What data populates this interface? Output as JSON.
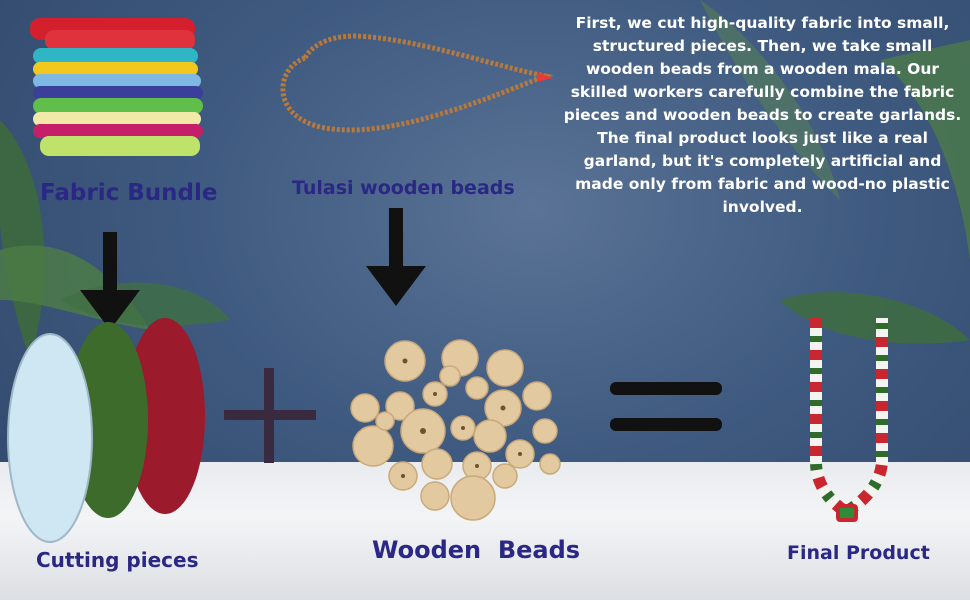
{
  "labels": {
    "fabric_bundle": "Fabric Bundle",
    "tulasi_beads": "Tulasi wooden beads",
    "cutting_pieces": "Cutting pieces",
    "wooden_beads": "Wooden  Beads",
    "final_product": "Final Product"
  },
  "description": "First, we cut high-quality fabric into small, structured pieces. Then, we take small wooden beads from a wooden mala. Our skilled workers carefully combine the fabric pieces and wooden beads to create garlands. The final product looks just like a real garland, but it's completely artificial and made only from fabric and wood-no plastic involved.",
  "operators": {
    "plus": "+",
    "equals": "="
  },
  "colors": {
    "label_text": "#2a2785",
    "background_wall": "#3f5a80",
    "floor": "#eceef1",
    "fabric_red": "#9b1b2c",
    "fabric_green": "#3c6b2c",
    "fabric_light_blue": "#cfe6f3",
    "bead_wood": "#e2c9a0"
  }
}
